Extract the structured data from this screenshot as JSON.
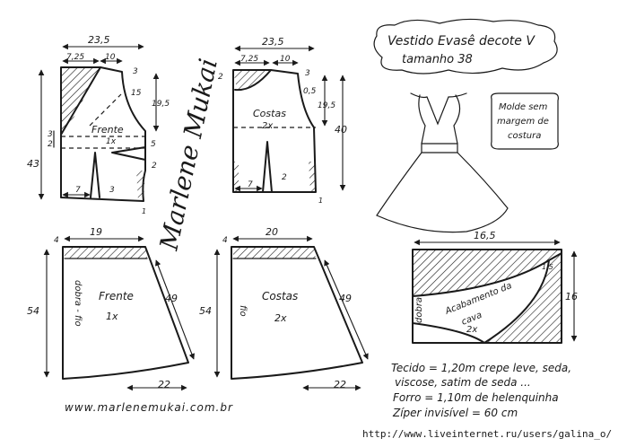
{
  "title": {
    "line1": "Vestido Evasê decote V",
    "line2": "tamanho 38"
  },
  "note": {
    "line1": "Molde sem",
    "line2": "margem de",
    "line3": "costura"
  },
  "front_bodice": {
    "label": "Frente",
    "count": "1x",
    "dim_width": "23,5",
    "dim_neck": "7,25",
    "dim_shoulder": "10",
    "dim_top": "3",
    "dim_armhole": "15",
    "dim_side": "19,5",
    "dim_height": "43",
    "dim_bust_a": "3",
    "dim_bust_b": "2",
    "dim_dart_side": "5",
    "dim_dart_low": "2",
    "dim_waist_dart": "7",
    "dim_dart_depth": "3",
    "dim_hem": "1"
  },
  "back_bodice": {
    "label": "Costas",
    "count": "2x",
    "dim_width": "23,5",
    "dim_neck": "7,25",
    "dim_shoulder": "10",
    "dim_top": "3",
    "dim_neck_depth": "2",
    "dim_shoulder_drop": "0,5",
    "dim_side": "19,5",
    "dim_height": "40",
    "dim_waist_dart": "7",
    "dim_dart_depth": "2",
    "dim_hem": "1"
  },
  "front_skirt": {
    "label": "Frente",
    "count": "1x",
    "fold": "dobra - fio",
    "dim_top": "19",
    "dim_top_drop": "4",
    "dim_height": "54",
    "dim_side": "49",
    "dim_hem": "22"
  },
  "back_skirt": {
    "label": "Costas",
    "count": "2x",
    "fold": "fio",
    "dim_top": "20",
    "dim_top_drop": "4",
    "dim_height": "54",
    "dim_side": "49",
    "dim_hem": "22"
  },
  "facing": {
    "label_line1": "Acabamento da",
    "label_line2": "cava",
    "count": "2x",
    "fold": "dobra",
    "dim_width": "16,5",
    "dim_height": "16",
    "dim_corner": "1,5"
  },
  "materials": {
    "fabric": "Tecido = 1,20m crepe leve, seda,",
    "fabric2": "viscose, satim de seda ...",
    "lining": "Forro = 1,10m de helenquinha",
    "zipper": "Zíper invisível = 60 cm"
  },
  "website": "www.marlenemukai.com.br",
  "signature": "Marlene Mukai",
  "watermark": "http://www.liveinternet.ru/users/galina_o/"
}
